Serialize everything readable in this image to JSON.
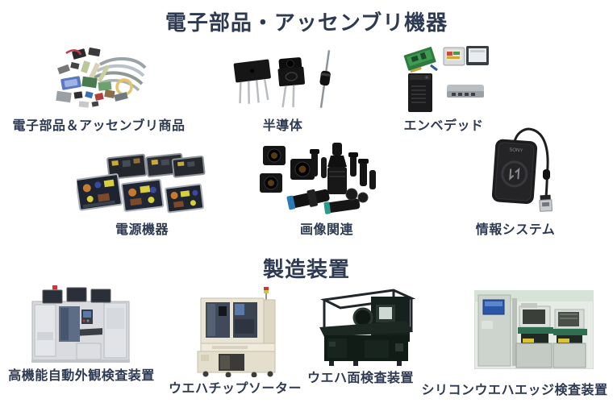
{
  "page": {
    "background_color": "#ffffff",
    "text_color": "#2e3a52"
  },
  "sections": [
    {
      "title": "電子部品・アッセンブリ機器",
      "items": [
        {
          "label": "電子部品＆アッセンブリ商品",
          "image": "electronic-components-assortment-photo"
        },
        {
          "label": "半導体",
          "image": "semiconductor-packages-photo"
        },
        {
          "label": "エンベデッド",
          "image": "embedded-systems-photo"
        },
        {
          "label": "電源機器",
          "image": "power-supply-units-photo"
        },
        {
          "label": "画像関連",
          "image": "industrial-cameras-lenses-photo"
        },
        {
          "label": "情報システム",
          "image": "nfc-usb-reader-photo"
        }
      ]
    },
    {
      "title": "製造装置",
      "items": [
        {
          "label": "高機能自動外観検査装置",
          "image": "automated-visual-inspection-machine-photo"
        },
        {
          "label": "ウエハチップソーター",
          "image": "wafer-chip-sorter-machine-photo"
        },
        {
          "label": "ウエハ面検査装置",
          "image": "wafer-surface-inspection-machine-photo"
        },
        {
          "label": "シリコンウエハエッジ検査装置",
          "image": "silicon-wafer-edge-inspection-machine-photo"
        }
      ]
    }
  ]
}
